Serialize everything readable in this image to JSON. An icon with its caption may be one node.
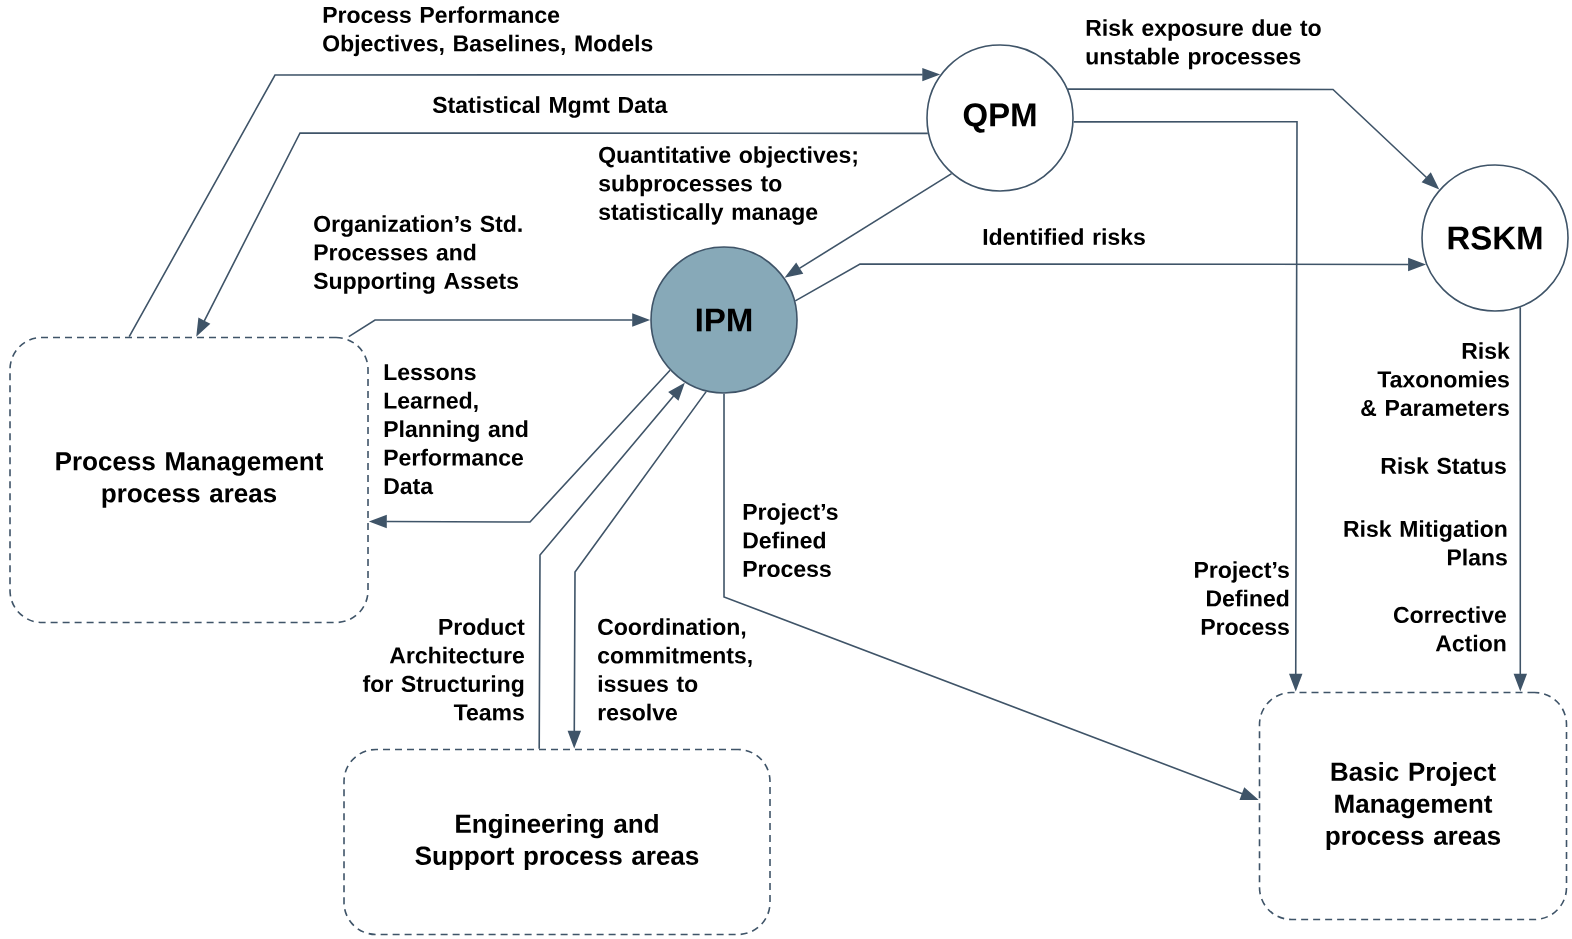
{
  "diagram": {
    "nodes": [
      {
        "text": [
          "QPM"
        ]
      },
      {
        "text": [
          "RSKM"
        ]
      },
      {
        "text": [
          "IPM"
        ]
      },
      {
        "text": [
          "Process Management process areas"
        ]
      },
      {
        "text": [
          "Engineering and Support process areas"
        ]
      },
      {
        "text": [
          "Basic Project Management process areas"
        ]
      }
    ],
    "edges": [
      {
        "from": 3,
        "to": 0,
        "arrow": "to",
        "label": "Process Performance Objectives, Baselines, Models"
      },
      {
        "from": 0,
        "to": 3,
        "arrow": "to",
        "label": "Statistical Mgmt Data"
      },
      {
        "from": 0,
        "to": 2,
        "arrow": "to",
        "label": "Quantitative objectives; subprocesses to statistically manage"
      },
      {
        "from": 0,
        "to": 1,
        "arrow": "to",
        "label": "Risk exposure due to unstable processes"
      },
      {
        "from": 0,
        "to": 5,
        "arrow": "to",
        "label": "Project’s Defined Process"
      },
      {
        "from": 3,
        "to": 2,
        "arrow": "to",
        "label": "Organization’s Std. Processes and Supporting Assets"
      },
      {
        "from": 2,
        "to": 1,
        "arrow": "to",
        "label": "Identified risks"
      },
      {
        "from": 2,
        "to": 3,
        "arrow": "to",
        "label": "Lessons Learned, Planning and Performance Data"
      },
      {
        "from": 4,
        "to": 2,
        "arrow": "to",
        "label": "Product Architecture for Structuring Teams"
      },
      {
        "from": 2,
        "to": 4,
        "arrow": "to",
        "label": "Coordination, commitments, issues to resolve"
      },
      {
        "from": 2,
        "to": 5,
        "arrow": "to",
        "label": "Project’s Defined Process"
      },
      {
        "from": 1,
        "to": 5,
        "arrow": "to",
        "label": "Risk Taxonomies & Parameters"
      }
    ],
    "labels": [
      "Risk Status",
      "Risk Mitigation Plans",
      "Corrective Action"
    ]
  }
}
